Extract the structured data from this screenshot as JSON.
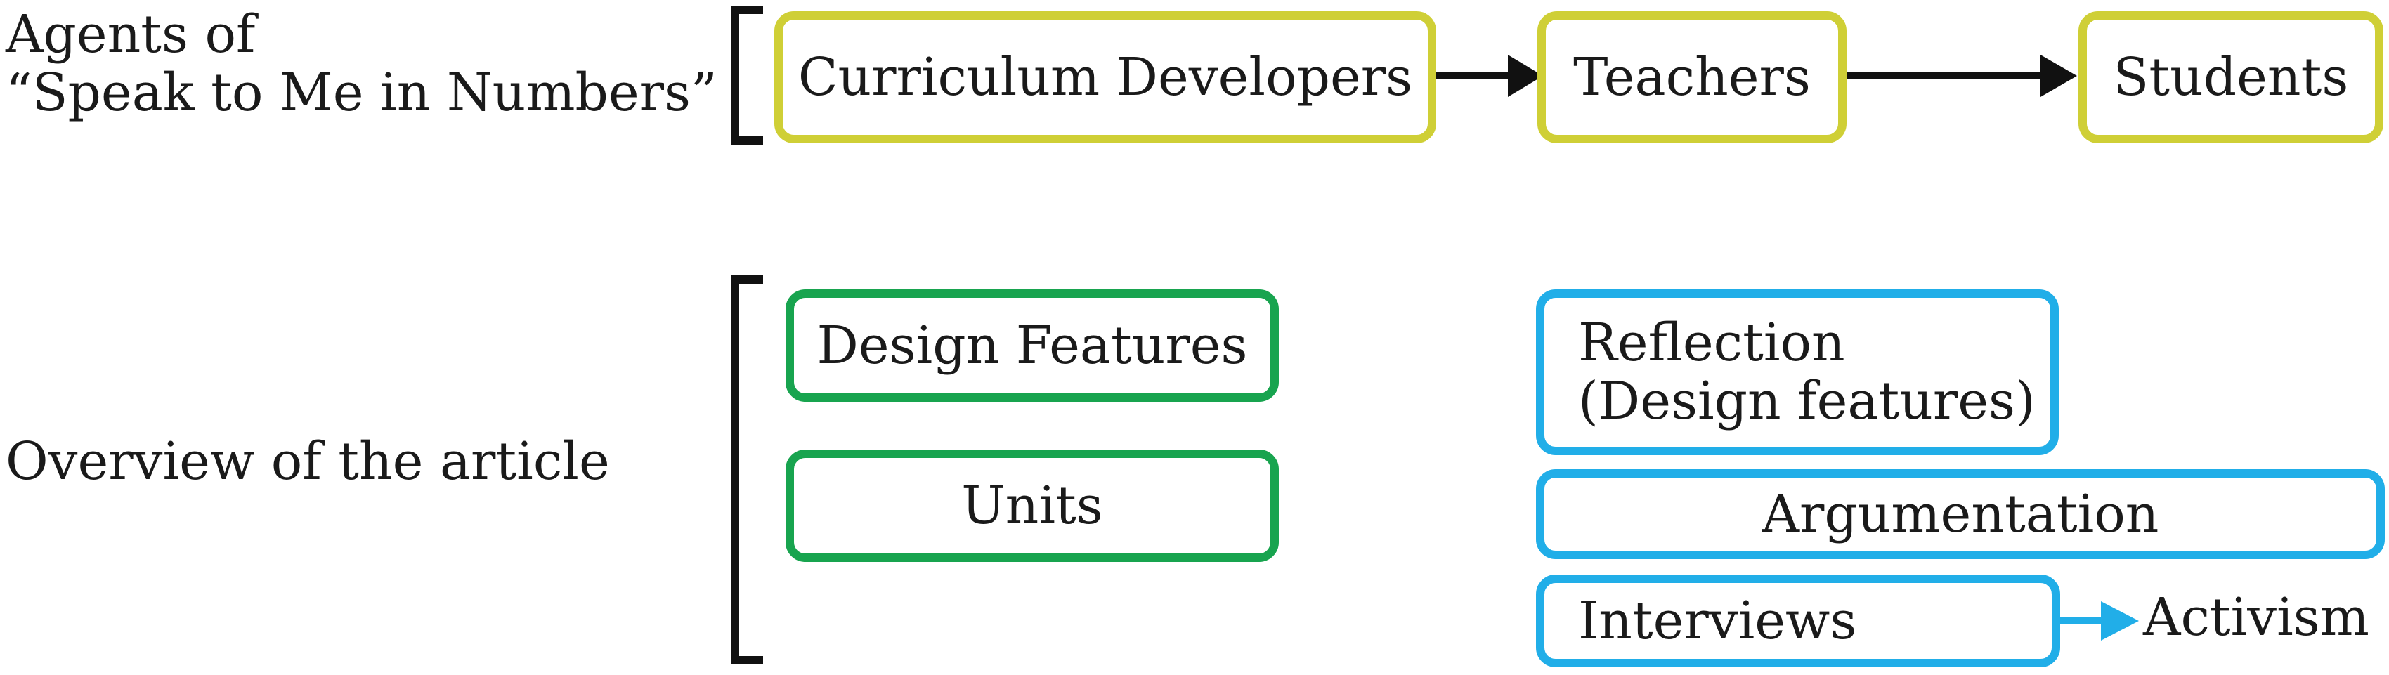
{
  "agents": {
    "label_line1": "Agents of",
    "label_line2": "“Speak to Me in Numbers”",
    "boxes": [
      "Curriculum Developers",
      "Teachers",
      "Students"
    ],
    "border_color": "#cfcf36",
    "arrow_color": "#111111"
  },
  "overview": {
    "label": "Overview of the article",
    "green_boxes": [
      "Design Features",
      "Units"
    ],
    "green_color": "#18a44f",
    "blue_boxes": {
      "reflection_line1": "Reflection",
      "reflection_line2": "(Design features)",
      "argumentation": "Argumentation",
      "interviews": "Interviews"
    },
    "activism": "Activism",
    "blue_color": "#21aee8"
  }
}
